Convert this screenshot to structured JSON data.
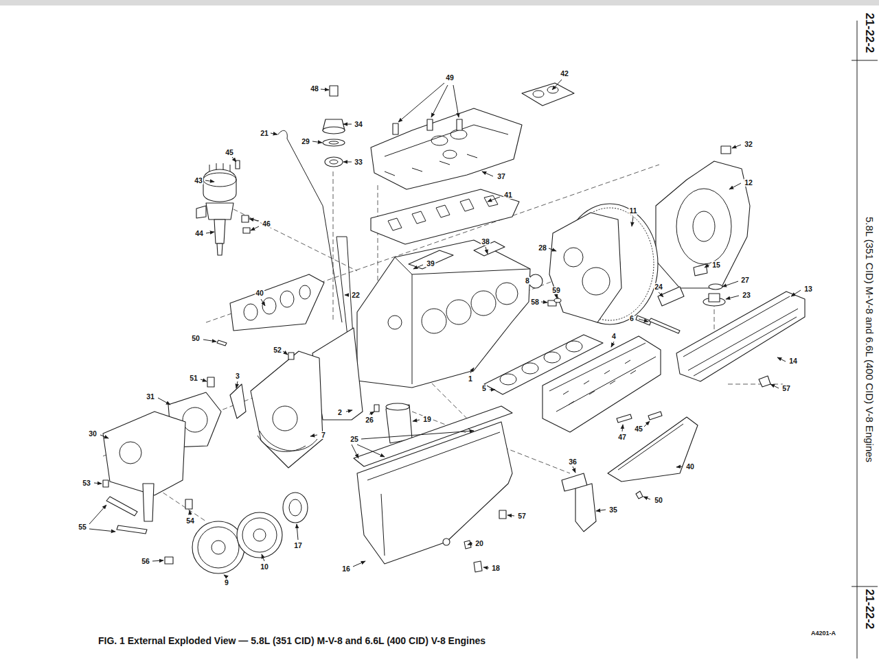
{
  "diagram": {
    "title": "5.8L (351 CID) M-V-8 and 6.6L (400 CID) V-8 Engines",
    "caption": "FIG. 1 External Exploded View — 5.8L (351 CID) M-V-8 and 6.6L (400 CID) V-8 Engines",
    "labels": [
      "21-22-2",
      "49",
      "42",
      "48",
      "34",
      "29",
      "33",
      "21",
      "45",
      "43",
      "46",
      "44",
      "37",
      "32",
      "12",
      "41",
      "11",
      "38",
      "39",
      "28",
      "8",
      "24",
      "15",
      "27",
      "23",
      "13",
      "40",
      "22",
      "58",
      "59",
      "6",
      "4",
      "50",
      "52",
      "14",
      "57",
      "51",
      "3",
      "1",
      "31",
      "2",
      "26",
      "19",
      "5",
      "47",
      "45",
      "7",
      "30",
      "25",
      "36",
      "40",
      "53",
      "50",
      "35",
      "55",
      "54",
      "57",
      "17",
      "20",
      "18",
      "10",
      "16",
      "56",
      "9",
      "21-22-2",
      "A4201-A"
    ]
  }
}
